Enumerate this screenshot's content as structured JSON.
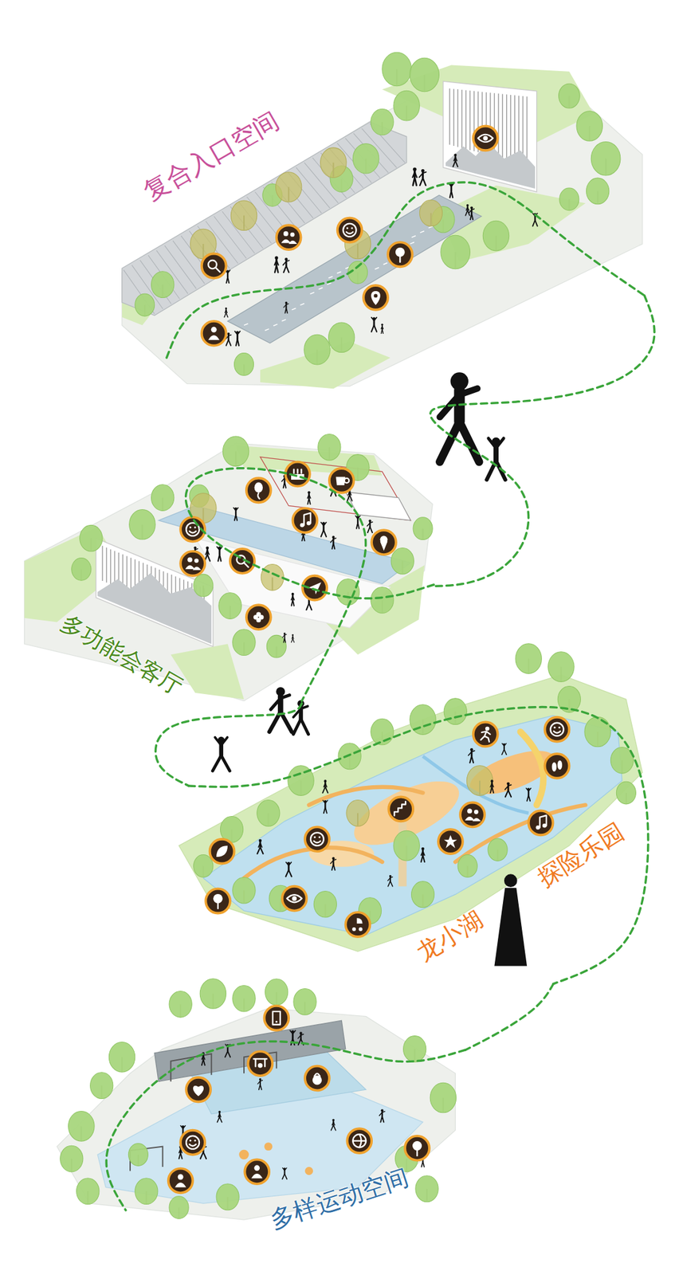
{
  "diagram": {
    "nodes": [
      {
        "text": [
          "复合入口空间"
        ]
      },
      {
        "text": [
          "多功能会客厅"
        ]
      },
      {
        "text": [
          "龙小湖 探险乐园"
        ]
      },
      {
        "text": [
          "多样运动空间"
        ]
      }
    ],
    "edges": [
      {
        "from": 0,
        "to": 1,
        "arrow": "none"
      },
      {
        "from": 1,
        "to": 2,
        "arrow": "none"
      },
      {
        "from": 2,
        "to": 3,
        "arrow": "none"
      }
    ]
  }
}
